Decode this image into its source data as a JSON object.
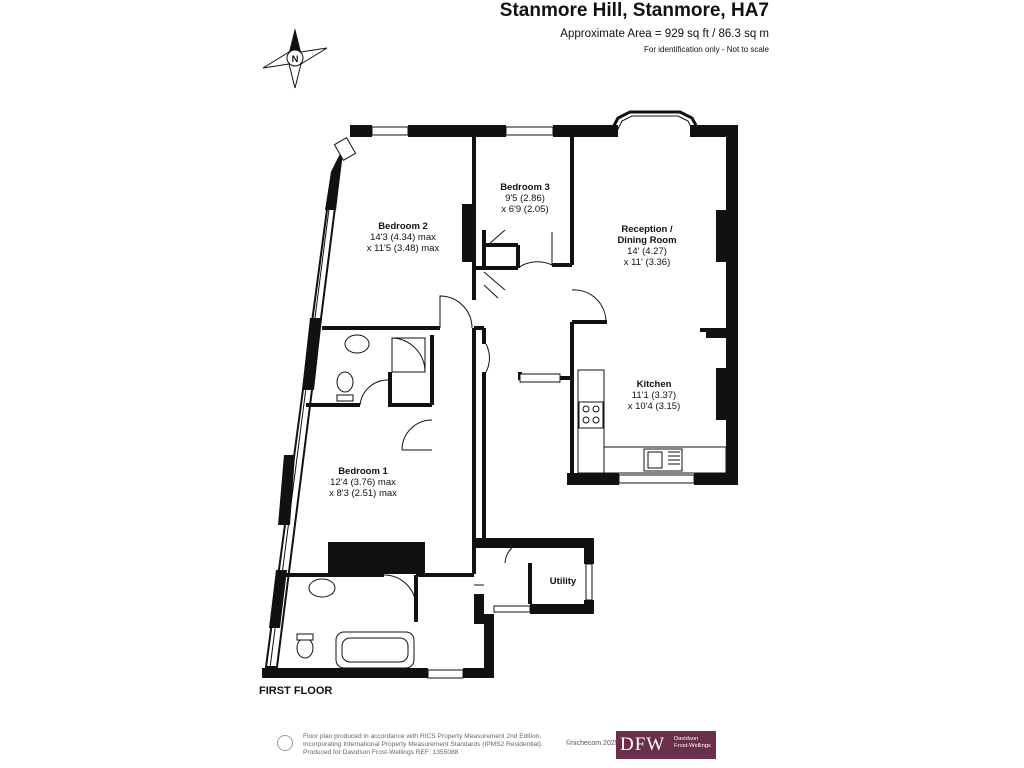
{
  "header": {
    "title": "Stanmore Hill, Stanmore, HA7",
    "area": "Approximate Area = 929 sq ft / 86.3 sq m",
    "note": "For identification only - Not to scale"
  },
  "compass": {
    "letter": "N"
  },
  "rooms": {
    "bedroom2": {
      "name": "Bedroom 2",
      "dim1": "14'3 (4.34) max",
      "dim2": "x 11'5 (3.48) max"
    },
    "bedroom3": {
      "name": "Bedroom 3",
      "dim1": "9'5 (2.86)",
      "dim2": "x 6'9 (2.05)"
    },
    "reception": {
      "name1": "Reception /",
      "name2": "Dining Room",
      "dim1": "14' (4.27)",
      "dim2": "x 11' (3.36)"
    },
    "kitchen": {
      "name": "Kitchen",
      "dim1": "11'1 (3.37)",
      "dim2": "x 10'4 (3.15)"
    },
    "bedroom1": {
      "name": "Bedroom 1",
      "dim1": "12'4 (3.76) max",
      "dim2": "x 8'3 (2.51) max"
    },
    "utility": {
      "name": "Utility"
    }
  },
  "floor_label": "FIRST FLOOR",
  "footer": {
    "line1": "Floor plan produced in accordance with RICS Property Measurement 2nd Edition,",
    "line2": "Incorporating International Property Measurement Standards (IPMS2 Residential).",
    "line3": "Produced for Davidson Frost-Wellings   REF: 1355088",
    "copyright": "©nichecom 2025"
  },
  "logo": {
    "mark": "DFW",
    "line1": "Davidson",
    "line2": "Frost-Wellings"
  },
  "colors": {
    "wall": "#111111",
    "brand": "#6a2f4a"
  }
}
